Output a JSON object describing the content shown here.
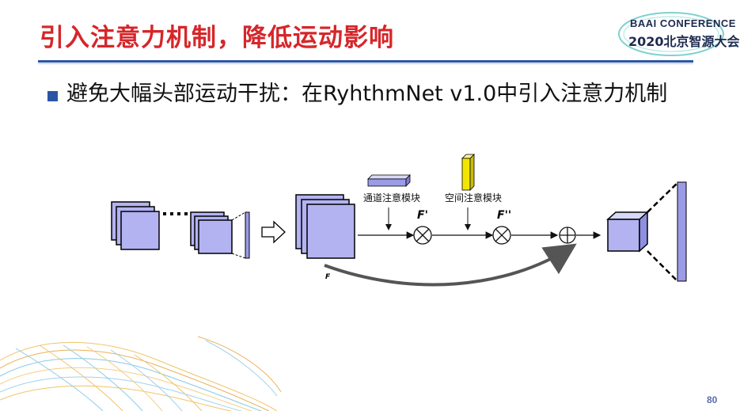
{
  "slide": {
    "title": "引入注意力机制，降低运动影响",
    "page_number": "80"
  },
  "logo": {
    "line1": "BAAI CONFERENCE",
    "line2": "2020北京智源大会"
  },
  "bullet": {
    "text": "避免大幅头部运动干扰：在RyhthmNet v1.0中引入注意力机制"
  },
  "diagram": {
    "channel_module_label": "通道注意模块",
    "spatial_module_label": "空间注意模块",
    "feature_f": "F",
    "feature_f_prime": "F'",
    "feature_f_double_prime": "F''",
    "colors": {
      "cube_fill": "#b3b3f2",
      "cube_stroke": "#000000",
      "bar_fill": "#9b9be8",
      "spatial_fill": "#f2e600",
      "arrow": "#555555"
    }
  }
}
